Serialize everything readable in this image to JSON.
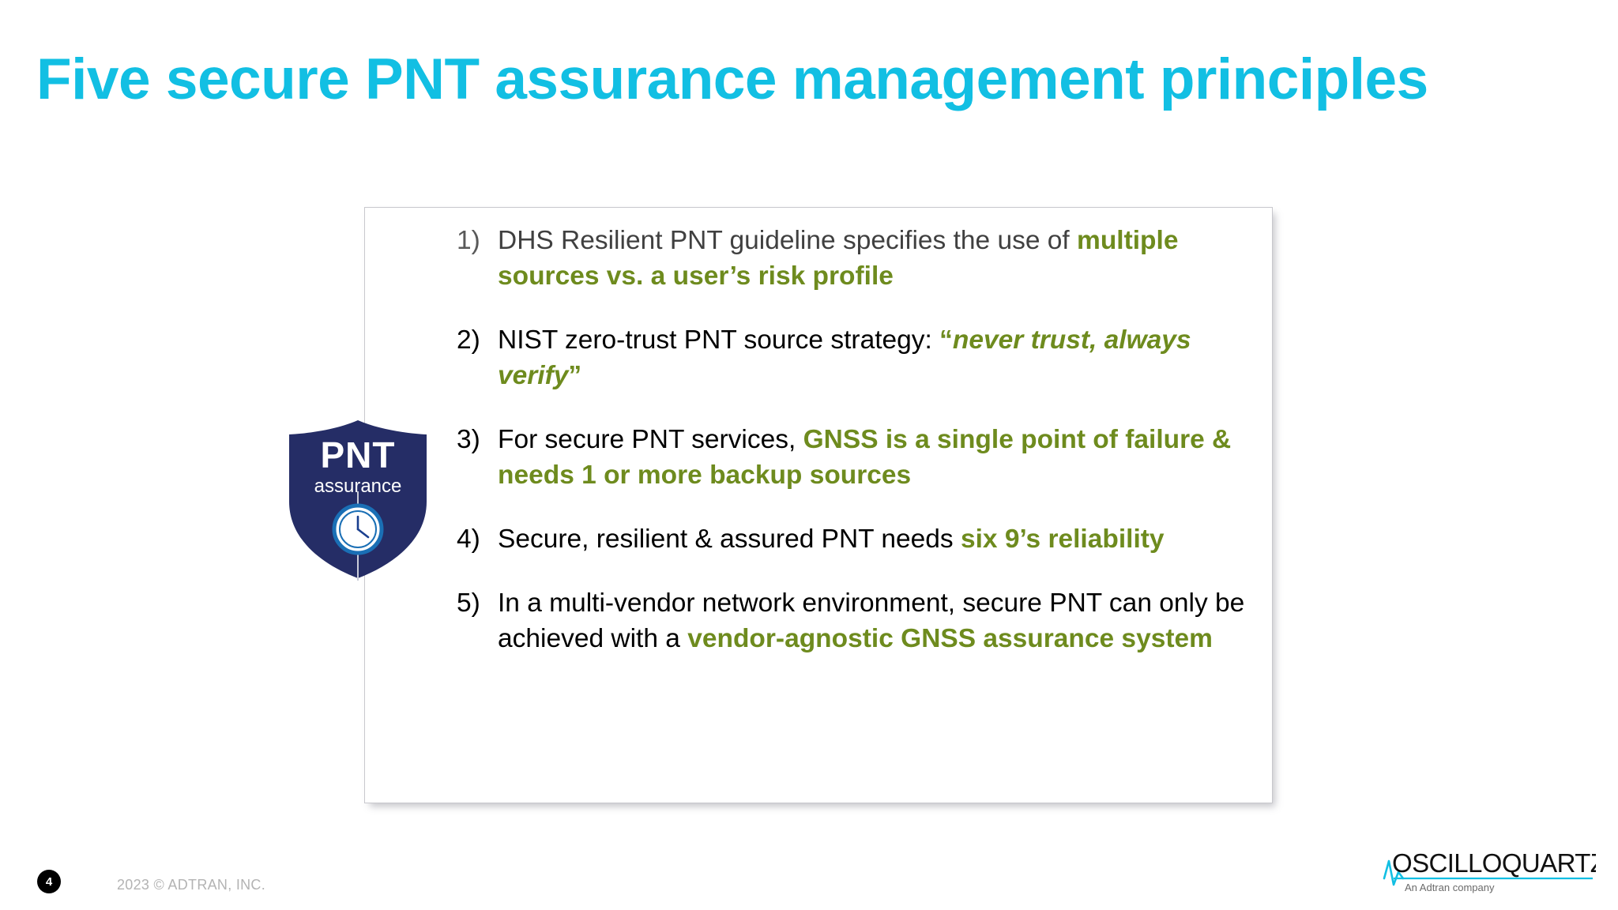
{
  "slide": {
    "title": "Five secure PNT assurance management principles",
    "title_color": "#12bfe3",
    "background_color": "#ffffff",
    "accent_green": "#6e8b1e",
    "shield_navy": "#252d66"
  },
  "principles": [
    {
      "number": "1)",
      "segments": [
        {
          "text": "DHS Resilient PNT guideline specifies the use of ",
          "style": "plain-gray"
        },
        {
          "text": "multiple sources vs. a user’s risk profile",
          "style": "green-bold"
        }
      ]
    },
    {
      "number": "2)",
      "segments": [
        {
          "text": "NIST zero-trust PNT source strategy: ",
          "style": "plain"
        },
        {
          "text": "“",
          "style": "green-bold"
        },
        {
          "text": "never trust, always verify",
          "style": "green-bold-italic"
        },
        {
          "text": "”",
          "style": "green-bold"
        }
      ]
    },
    {
      "number": "3)",
      "segments": [
        {
          "text": "For secure PNT services, ",
          "style": "plain"
        },
        {
          "text": "GNSS is a single point of failure & needs 1 or more backup sources",
          "style": "green-bold"
        }
      ]
    },
    {
      "number": "4)",
      "segments": [
        {
          "text": "Secure, resilient & assured PNT needs ",
          "style": "plain"
        },
        {
          "text": "six 9’s reliability",
          "style": "green-bold"
        }
      ]
    },
    {
      "number": "5)",
      "segments": [
        {
          "text": "In a multi-vendor network environment, secure PNT can only be achieved with a ",
          "style": "plain"
        },
        {
          "text": "vendor-agnostic GNSS assurance system",
          "style": "green-bold"
        }
      ]
    }
  ],
  "badge": {
    "title": "PNT",
    "subtitle": "assurance",
    "icon": "clock-icon"
  },
  "footer": {
    "page_number": "4",
    "copyright": "2023 © ADTRAN, INC."
  },
  "logo": {
    "name": "OSCILLOQUARTZ",
    "tagline": "An Adtran company",
    "mark_color": "#12bfe3"
  }
}
